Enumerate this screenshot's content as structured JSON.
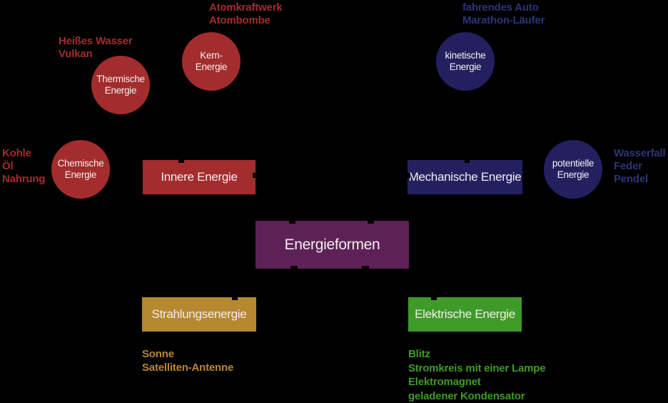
{
  "center": {
    "label": "Energieformen"
  },
  "boxes": {
    "innere": {
      "label": "Innere Energie"
    },
    "mechanische": {
      "label": "Mechanische Energie"
    },
    "strahlung": {
      "label": "Strahlungsenergie"
    },
    "elektrische": {
      "label": "Elektrische Energie"
    }
  },
  "circles": {
    "thermische": {
      "label": "Thermische\nEnergie"
    },
    "kern": {
      "label": "Kern-\nEnergie"
    },
    "chemische": {
      "label": "Chemische\nEnergie"
    },
    "kinetische": {
      "label": "kinetische\nEnergie"
    },
    "potentielle": {
      "label": "potentielle\nEnergie"
    }
  },
  "examples": {
    "thermische": "Heißes Wasser\nVulkan",
    "kern": "Atomkraftwerk\nAtombombe",
    "chemische": "Kohle\nÖl\nNahrung",
    "kinetische": "fahrendes Auto\nMarathon-Läufer",
    "potentielle": "Wasserfall\nFeder\nPendel",
    "strahlung": "Sonne\nSatelliten-Antenne",
    "elektrische": "Blitz\nStromkreis mit einer Lampe\nElektromagnet\ngeladener Kondensator"
  },
  "colors": {
    "background": "#000000",
    "red": "#a32c2d",
    "navy": "#242060",
    "navy-label": "#2b3579",
    "purple": "#5e2157",
    "gold": "#b6882f",
    "green": "#3f9b28",
    "text": "#f2eeee"
  }
}
